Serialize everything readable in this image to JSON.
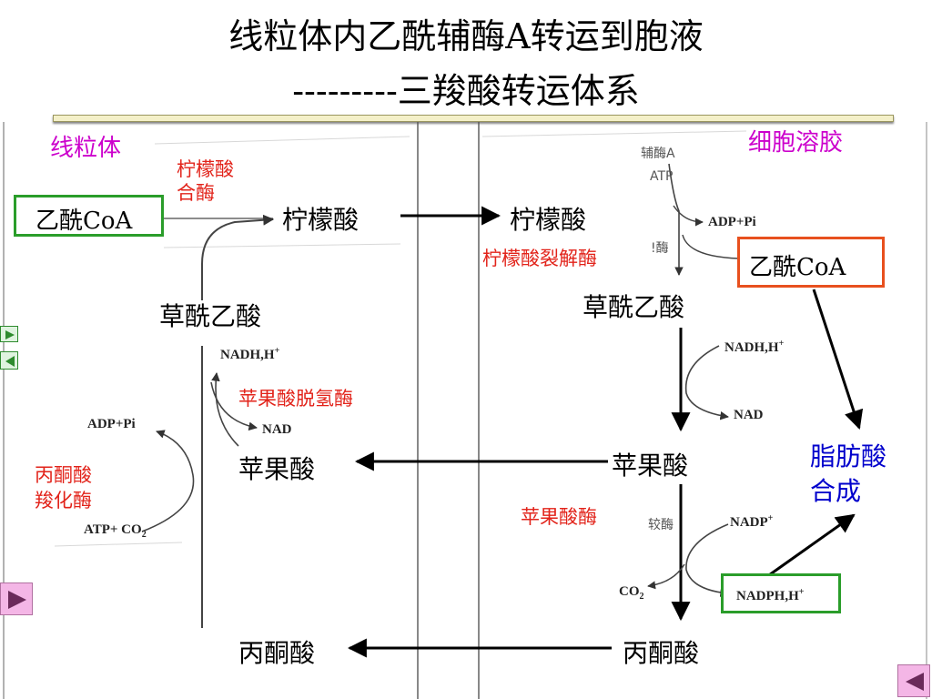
{
  "title": {
    "line1": "线粒体内乙酰辅酶A转运到胞液",
    "line2": "---------三羧酸转运体系"
  },
  "regions": {
    "mito": "线粒体",
    "cytosol": "细胞溶胶"
  },
  "mito": {
    "acetyl_coa": "乙酰CoA",
    "citrate_synthase": [
      "柠檬酸",
      "合酶"
    ],
    "citrate": "柠檬酸",
    "oxaloacetate": "草酰乙酸",
    "malate_dh": "苹果酸脱氢酶",
    "malate": "苹果酸",
    "pyruvate_carboxylase": [
      "丙酮酸",
      "羧化酶"
    ],
    "pyruvate": "丙酮酸",
    "nadh": "NADH,H",
    "nad": "NAD",
    "adp_pi": "ADP+Pi",
    "atp_co2": "ATP+ CO",
    "atp_co2_sub": "2"
  },
  "cytosol": {
    "citrate": "柠檬酸",
    "coa_label": "辅酶A",
    "atp": "ATP",
    "adp_pi": "ADP+Pi",
    "citrate_lyase": "柠檬酸裂解酶",
    "lyase_fragment": "!酶",
    "acetyl_coa": "乙酰CoA",
    "oxaloacetate": "草酰乙酸",
    "nadh": "NADH,H",
    "nad": "NAD",
    "malate": "苹果酸",
    "malic_enzyme": "苹果酸酶",
    "malic_fragment": "较酶",
    "nadp": "NADP",
    "co2": "CO",
    "co2_sub": "2",
    "nadph": "NADPH,H",
    "fatty_acid_synthesis": [
      "脂肪酸",
      "合成"
    ],
    "pyruvate": "丙酮酸"
  },
  "colors": {
    "enzyme": "#e2231a",
    "region": "#cc00cc",
    "synthesis": "#0000cc",
    "green_box": "#2a9d2a",
    "orange_box": "#e8501e",
    "nav_green": "#2e8b2e",
    "nav_pink": "#f4b6e6"
  }
}
